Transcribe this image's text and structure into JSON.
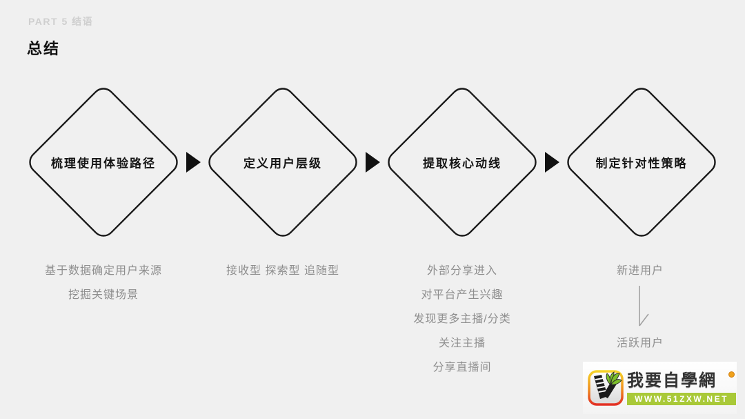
{
  "page": {
    "background": "#f0f0f0",
    "outline_color": "#1a1a1a",
    "note_color": "#8e8e8e"
  },
  "header": {
    "part_label": "PART 5 结语",
    "title": "总结"
  },
  "flow": {
    "steps": [
      {
        "label": "梳理使用体验路径",
        "notes": [
          "基于数据确定用户来源",
          "挖掘关键场景"
        ]
      },
      {
        "label": "定义用户层级",
        "notes": [
          "接收型 探索型 追随型"
        ]
      },
      {
        "label": "提取核心动线",
        "notes": [
          "外部分享进入",
          "对平台产生兴趣",
          "发现更多主播/分类",
          "关注主播",
          "分享直播间"
        ]
      },
      {
        "label": "制定针对性策略",
        "notes": [
          "新进用户",
          "活跃用户"
        ]
      }
    ]
  },
  "watermark": {
    "site_name": "我要自學網",
    "site_url": "WWW.51ZXW.NET",
    "bar_color": "#a9c938"
  }
}
